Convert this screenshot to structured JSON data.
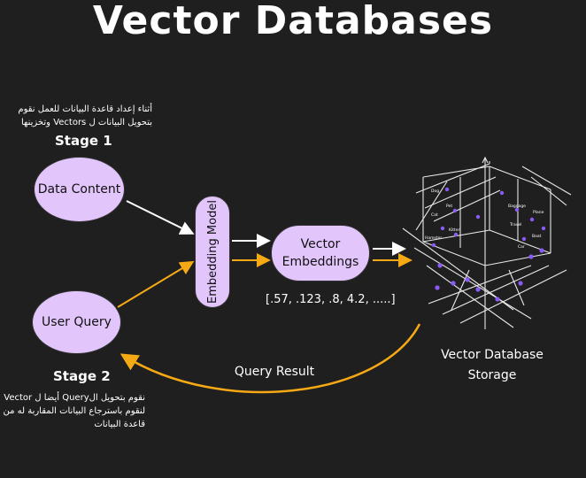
{
  "title": "Vector Databases",
  "stage1": {
    "note_line1": "أثناء إعداد قاعدة البيانات للعمل نقوم",
    "note_line2": "بتحويل البيانات ل Vectors وتخزينها",
    "label": "Stage 1"
  },
  "stage2": {
    "label": "Stage 2",
    "note_line1": "نقوم بتحويل الQuery أيضا ل Vector",
    "note_line2": "لنقوم باسترجاع البيانات المقاربة له من",
    "note_line3": "قاعدة البيانات"
  },
  "nodes": {
    "data_content": "Data Content",
    "user_query": "User Query",
    "embedding_model": "Embedding Model",
    "vector_embeddings_line1": "Vector",
    "vector_embeddings_line2": "Embeddings",
    "vector_values": "[.57, .123, .8, 4.2, .....]"
  },
  "storage": {
    "label_line1": "Vector Database",
    "label_line2": "Storage",
    "point_labels": [
      "Dog",
      "Pet",
      "Cat",
      "Kitten",
      "Hamster",
      "Baggage",
      "Plane",
      "Travel",
      "Boat",
      "Car"
    ]
  },
  "query_result": "Query Result",
  "colors": {
    "background": "#1f1f1f",
    "node_fill": "#e2c5fb",
    "query_arrow": "#f5a914",
    "data_arrow": "#ffffff",
    "point_color": "#8a5cf5"
  }
}
